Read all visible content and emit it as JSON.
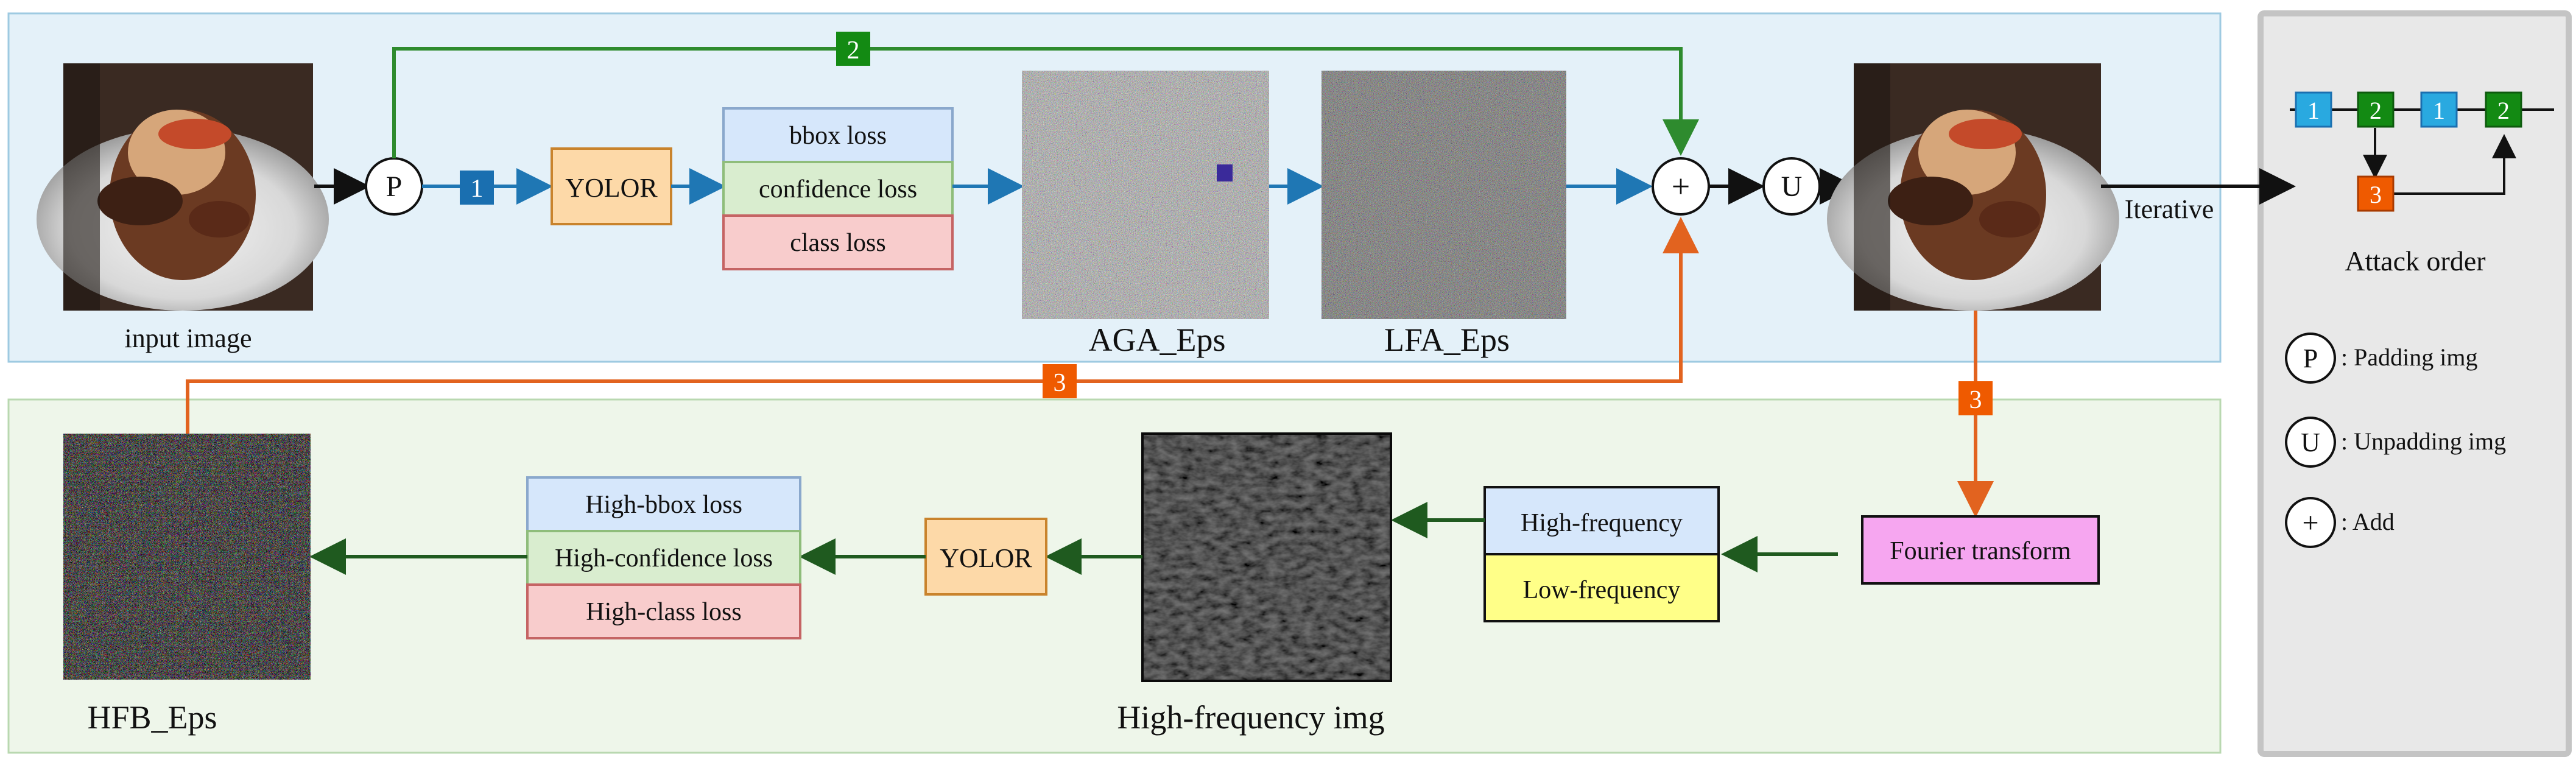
{
  "images": {
    "input": {
      "caption": "input image",
      "kind": "food-photo"
    },
    "aga": {
      "caption": "AGA_Eps",
      "kind": "noise-colored"
    },
    "lfa": {
      "caption": "LFA_Eps",
      "kind": "noise-dark"
    },
    "output": {
      "caption": "",
      "kind": "food-photo"
    },
    "hfb": {
      "caption": "HFB_Eps",
      "kind": "noise-bright"
    },
    "high_freq": {
      "caption": "High-frequency img",
      "kind": "dark-edges"
    }
  },
  "ops": {
    "pad": "P",
    "unpad": "U",
    "add": "+"
  },
  "boxes": {
    "yolor_top": "YOLOR",
    "yolor_bottom": "YOLOR",
    "fourier": "Fourier transform",
    "high_frequency": "High-frequency",
    "low_frequency": "Low-frequency"
  },
  "losses_top": [
    "bbox loss",
    "confidence loss",
    "class loss"
  ],
  "losses_bottom": [
    "High-bbox loss",
    "High-confidence loss",
    "High-class loss"
  ],
  "step_badges": {
    "step1": "1",
    "step2": "2",
    "step3_left": "3",
    "step3_right": "3"
  },
  "iterative_label": "Iterative",
  "legend": {
    "order_steps": [
      "1",
      "2",
      "1",
      "2",
      "3"
    ],
    "title": "Attack order",
    "items": [
      {
        "symbol": "P",
        "text": ": Padding img"
      },
      {
        "symbol": "U",
        "text": ": Unpadding img"
      },
      {
        "symbol": "+",
        "text": ": Add"
      }
    ]
  },
  "colors": {
    "top_panel_bg": "#e4f1f9",
    "top_panel_border": "#9ecae1",
    "bottom_panel_bg": "#eef6ea",
    "bottom_panel_border": "#b9d8b0",
    "blue_arrow": "#1f77b4",
    "green_arrow": "#2e8b2e",
    "orange_arrow": "#e2631f",
    "dark_green_arrow": "#1f5a1f",
    "badge_blue_dark": "#1a6fb0",
    "badge_green": "#138a13",
    "badge_orange": "#ef5a00",
    "badge_blue_light": "#29a9e0",
    "yolor_fill": "#fdd9a8",
    "yolor_border": "#c9832c",
    "bbox_fill": "#d6e7fb",
    "bbox_border": "#8aa8cc",
    "conf_fill": "#d9edcf",
    "conf_border": "#8fbd7b",
    "class_fill": "#f8cccc",
    "class_border": "#c56464",
    "fourier_fill": "#f6a6f0",
    "lowfreq_fill": "#ffff88",
    "legend_bg": "#e8e8e8",
    "legend_border": "#c4c4c4"
  }
}
